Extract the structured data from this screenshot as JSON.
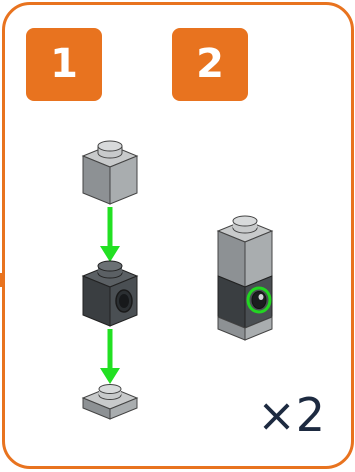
{
  "steps": [
    {
      "number": "1"
    },
    {
      "number": "2"
    }
  ],
  "quantity": "×2",
  "colors": {
    "accent": "#e8731f",
    "arrow": "#22e022",
    "brick_light": "#a5a9ab",
    "brick_dark": "#4a4f53",
    "highlight": "#22d622",
    "text": "#1d2a40"
  },
  "icons": {
    "arrow": "down-arrow-icon",
    "highlight": "highlight-ring-icon"
  }
}
